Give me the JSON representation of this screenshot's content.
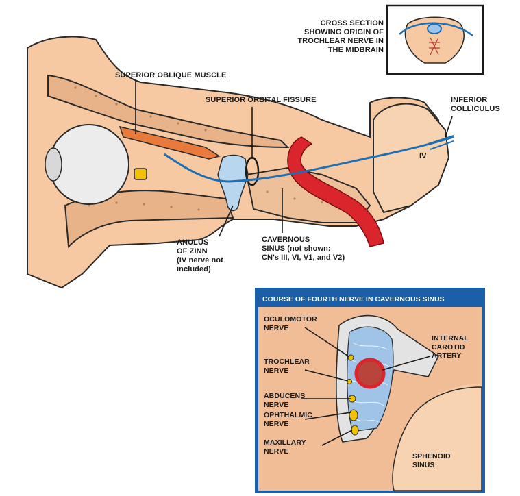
{
  "labels": {
    "cross_section": "CROSS SECTION\nSHOWING ORIGIN OF\nTROCHLEAR NERVE IN\nTHE MIDBRAIN",
    "superior_oblique": "SUPERIOR OBLIQUE MUSCLE",
    "superior_orbital_fissure": "SUPERIOR ORBITAL FISSURE",
    "inferior_colliculus": "INFERIOR\nCOLLICULUS",
    "iv": "IV",
    "cavernous_sinus": "CAVERNOUS\nSINUS (not shown:\nCN's III, VI, V1, and V2)",
    "anulus_of_zinn": "ANULUS\nOF ZINN\n(IV nerve not\nincluded)"
  },
  "inset": {
    "title": "COURSE OF FOURTH  NERVE IN CAVERNOUS SINUS",
    "oculomotor": "OCULOMOTOR\nNERVE",
    "trochlear": "TROCHLEAR\nNERVE",
    "abducens": "ABDUCENS\nNERVE",
    "ophthalmic": "OPHTHALMIC\nNERVE",
    "maxillary": "MAXILLARY\nNERVE",
    "internal_carotid": "INTERNAL\nCAROTID\nARTERY",
    "sphenoid_sinus": "SPHENOID\nSINUS"
  },
  "colors": {
    "bone": "#f6c9a3",
    "bone_outline": "#2a2a2a",
    "nerve": "#1f6fb5",
    "artery": "#d9252b",
    "sinus": "#9fc4e8",
    "nerve_yellow": "#f2c200",
    "inset_frame": "#1a5fa8"
  }
}
